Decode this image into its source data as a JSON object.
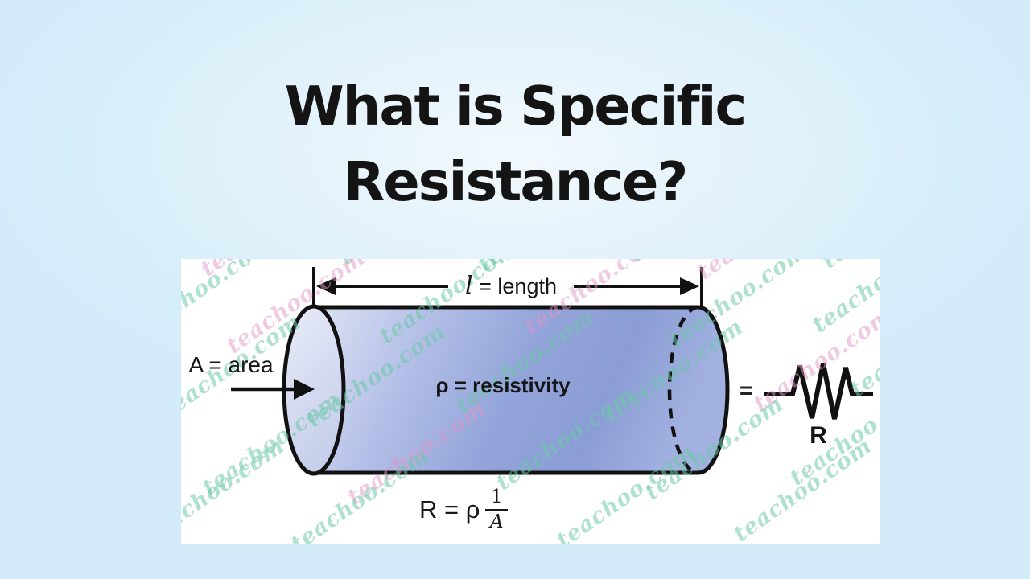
{
  "title": {
    "line1": "What is Specific",
    "line2": "Resistance?"
  },
  "diagram": {
    "length_symbol": "l",
    "length_rest": "= length",
    "area_label": "A = area",
    "resistivity_label": "ρ = resistivity",
    "equals": "=",
    "resistor_name": "R",
    "formula_lhs": "R = ρ",
    "formula_numerator": "1",
    "formula_denominator": "A"
  },
  "watermark": {
    "text": "teachoo.com",
    "teal_color": "#6ec8a8",
    "pink_color": "#e294c8"
  },
  "colors": {
    "background": "#d7eefa",
    "panel": "#ffffff",
    "ink": "#151515",
    "cylinder_light": "#dce1f3",
    "cylinder_dark": "#8a9cd4"
  }
}
